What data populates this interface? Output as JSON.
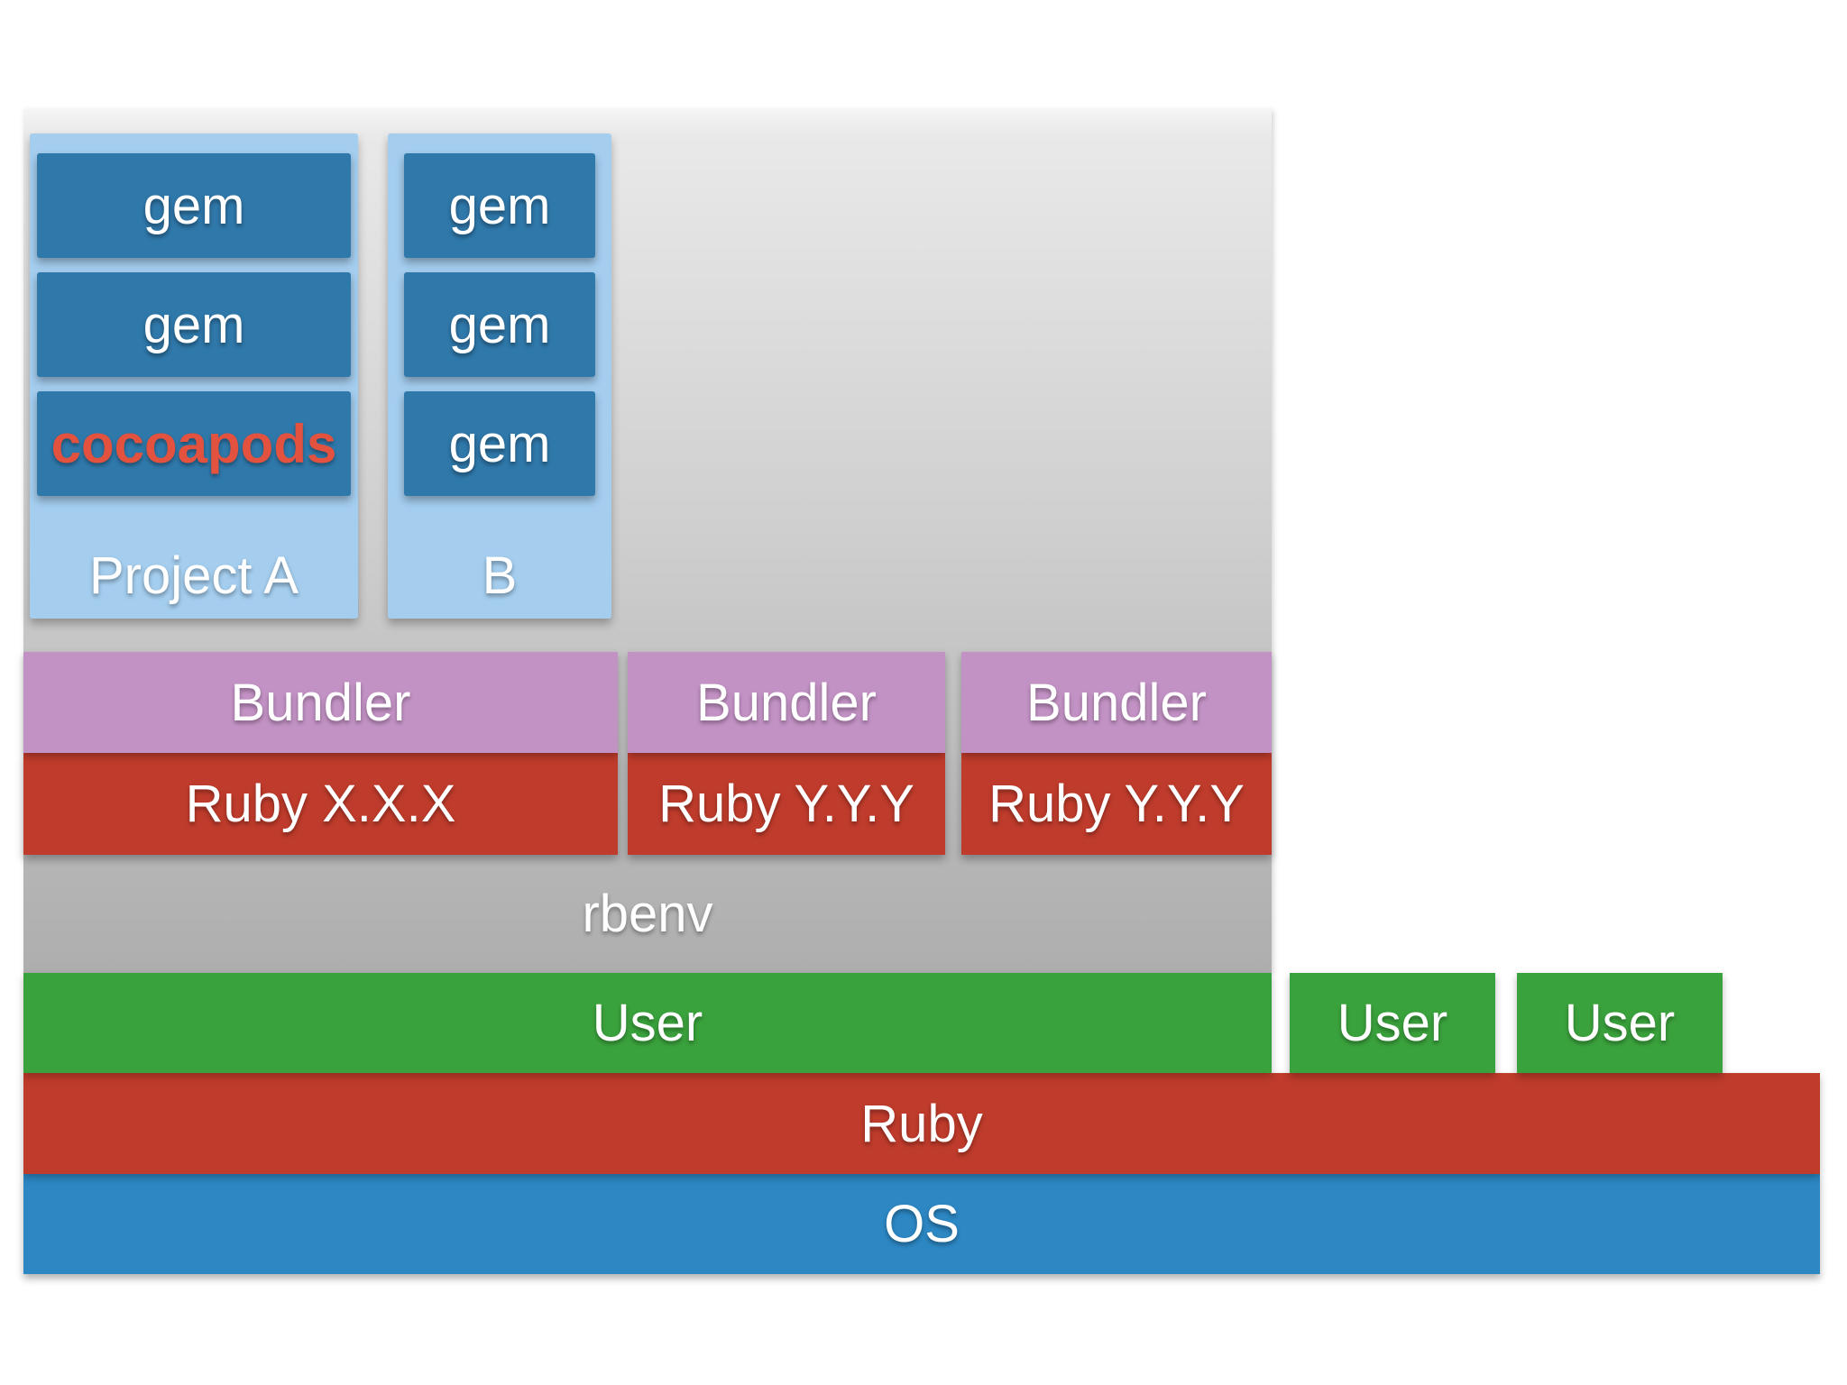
{
  "diagram": {
    "title_context": "Ruby version management stack diagram",
    "projects": [
      {
        "label": "Project A",
        "gems": [
          "gem",
          "gem",
          "cocoapods"
        ],
        "highlight_gem_index": 2
      },
      {
        "label": "B",
        "gems": [
          "gem",
          "gem",
          "gem"
        ]
      }
    ],
    "stacks": [
      {
        "bundler_label": "Bundler",
        "ruby_label": "Ruby X.X.X"
      },
      {
        "bundler_label": "Bundler",
        "ruby_label": "Ruby Y.Y.Y"
      },
      {
        "bundler_label": "Bundler",
        "ruby_label": "Ruby Y.Y.Y"
      }
    ],
    "rbenv_label": "rbenv",
    "user_band_label": "User",
    "user_blocks": [
      {
        "label": "User"
      },
      {
        "label": "User"
      }
    ],
    "ruby_band_label": "Ruby",
    "os_band_label": "OS"
  },
  "palette": {
    "page_background": "#ffffff",
    "container_gray_top": "#f5f5f5",
    "container_gray_bottom": "#aeaeae",
    "project_box_blue": "#a4cdee",
    "gem_block_blue": "#2f78aa",
    "cocoapods_text_red": "#e2523f",
    "bundler_purple": "#c392c5",
    "ruby_red": "#bf3b2b",
    "user_green": "#3aa23c",
    "os_blue": "#2c87c3",
    "label_text": "#ffffff"
  }
}
